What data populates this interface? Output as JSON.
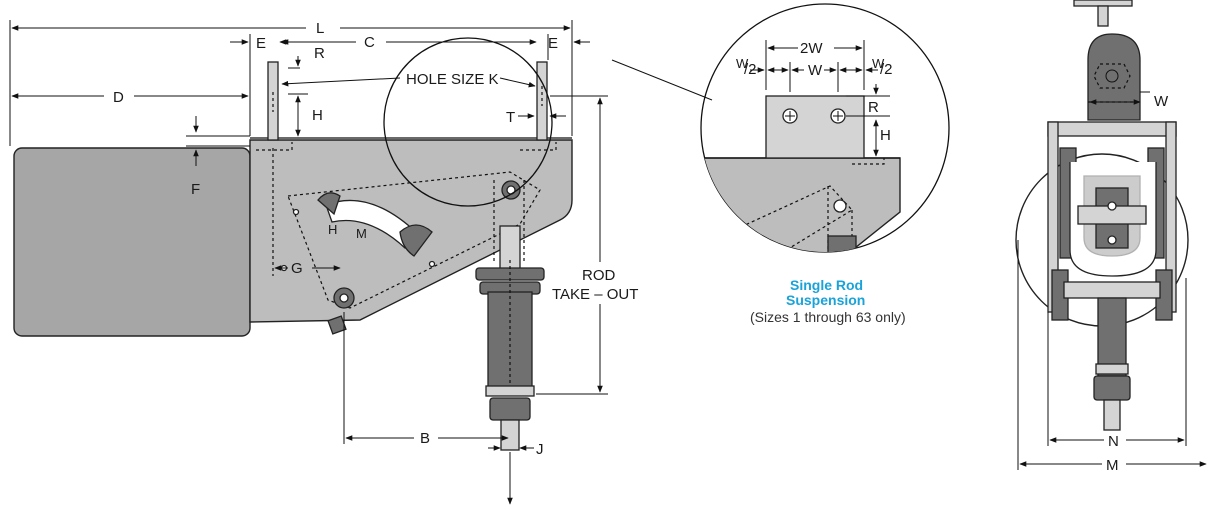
{
  "dimensions": {
    "L": "L",
    "E_left": "E",
    "C": "C",
    "E_right": "E",
    "R": "R",
    "D": "D",
    "hole_size": "HOLE SIZE K",
    "H": "H",
    "T": "T",
    "F": "F",
    "G": "G",
    "rod_take_out_line1": "ROD",
    "rod_take_out_line2": "TAKE – OUT",
    "B": "B",
    "J": "J"
  },
  "detail": {
    "two_w": "2W",
    "w_half_left_num": "W",
    "w_half_left_den": "/2",
    "w_mid": "W",
    "w_half_right_num": "W",
    "w_half_right_den": "/2",
    "R": "R",
    "H": "H",
    "title_line1": "Single Rod",
    "title_line2": "Suspension",
    "note": "(Sizes 1 through 63 only)"
  },
  "end_view": {
    "W": "W",
    "N": "N",
    "M": "M"
  },
  "colors": {
    "accent": "#1aa3d9",
    "body": "#a6a6a6",
    "plate": "#bdbdbd"
  }
}
